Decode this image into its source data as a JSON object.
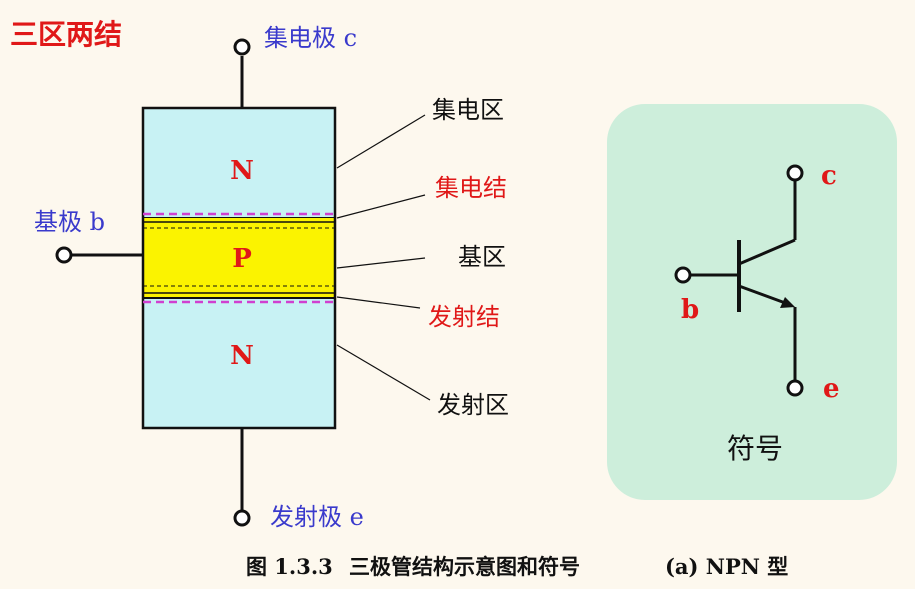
{
  "title": "三区两结",
  "terminals": {
    "collector": "集电极 c",
    "base": "基极 b",
    "emitter": "发射极 e"
  },
  "regions": {
    "top": "N",
    "middle": "P",
    "bottom": "N"
  },
  "annotations": {
    "collector_region": "集电区",
    "collector_junction": "集电结",
    "base_region": "基区",
    "emitter_junction": "发射结",
    "emitter_region": "发射区"
  },
  "symbol": {
    "c": "c",
    "b": "b",
    "e": "e",
    "caption": "符号"
  },
  "caption": {
    "figure": "图 1.3.3",
    "text": "三极管结构示意图和符号",
    "type": "(a) NPN 型"
  },
  "colors": {
    "title": "#e01818",
    "terminal": "#3a3acc",
    "region_label": "#e01818",
    "n_region": "#c8f2f4",
    "p_region": "#fbf300",
    "junction_dash": "#d040d0",
    "symbol_panel": "#cdeedb"
  }
}
